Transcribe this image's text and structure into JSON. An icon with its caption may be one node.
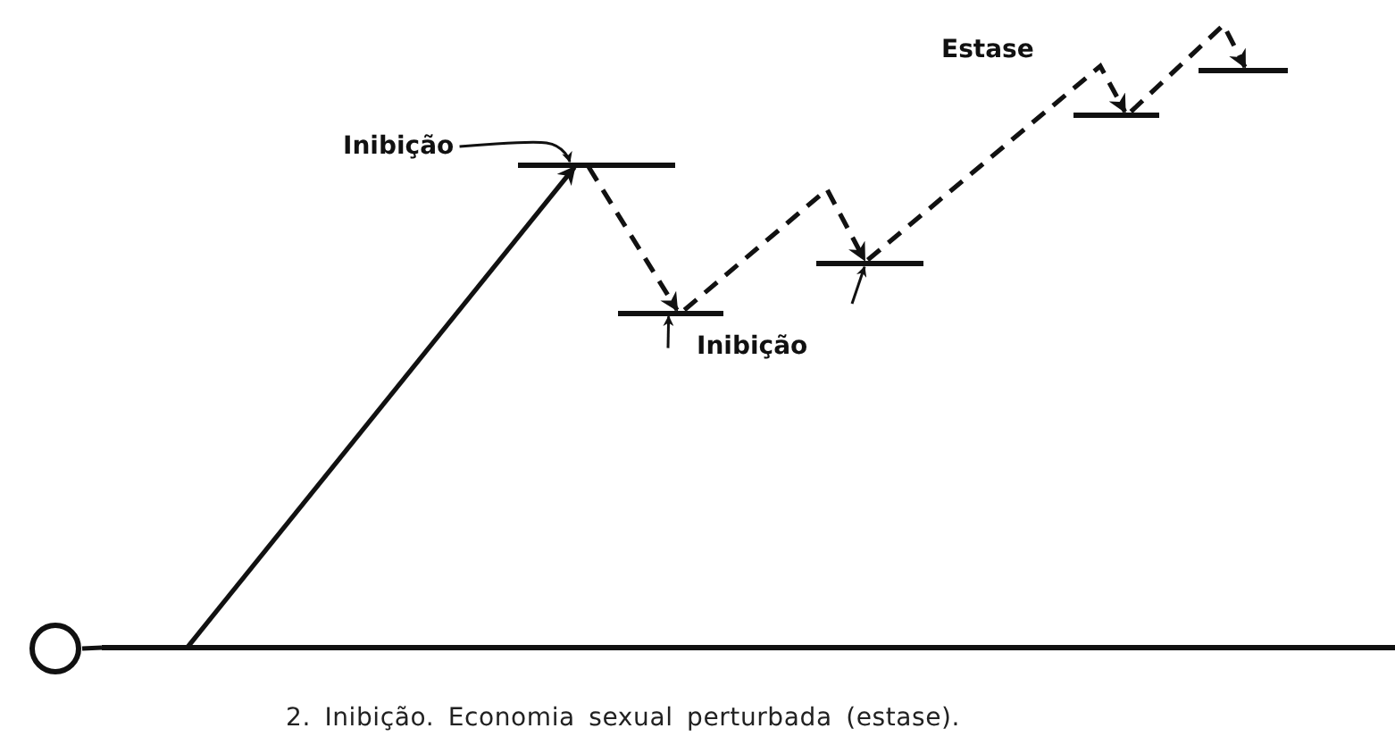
{
  "diagram": {
    "caption": "2. Inibição. Economia sexual perturbada (estase).",
    "nodes": [
      {
        "text": [],
        "shape": "circle"
      },
      {
        "text": [],
        "shape": "bar"
      },
      {
        "text": [],
        "shape": "bar"
      },
      {
        "text": [],
        "shape": "bar"
      },
      {
        "text": [],
        "shape": "bar"
      },
      {
        "text": [],
        "shape": "bar"
      },
      {
        "text": [],
        "shape": "bar"
      },
      {
        "text": [
          "Inibição"
        ]
      },
      {
        "text": [
          "Inibição"
        ]
      }
    ],
    "edges": [
      {
        "from": 0,
        "to": 1,
        "arrow": "none"
      },
      {
        "from": 1,
        "to": 2,
        "arrow": "to"
      },
      {
        "from": 2,
        "to": 3,
        "arrow": "to",
        "style": "dashed"
      },
      {
        "from": 3,
        "to": 4,
        "arrow": "to",
        "style": "dashed"
      },
      {
        "from": 4,
        "to": 5,
        "arrow": "to",
        "style": "dashed"
      },
      {
        "from": 5,
        "to": 6,
        "arrow": "to",
        "style": "dashed"
      },
      {
        "from": 7,
        "to": 2,
        "arrow": "to"
      },
      {
        "from": 8,
        "to": 3,
        "arrow": "to"
      },
      {
        "from": null,
        "to": 4,
        "arrow": "to"
      }
    ],
    "labels": [
      "Estase"
    ]
  }
}
